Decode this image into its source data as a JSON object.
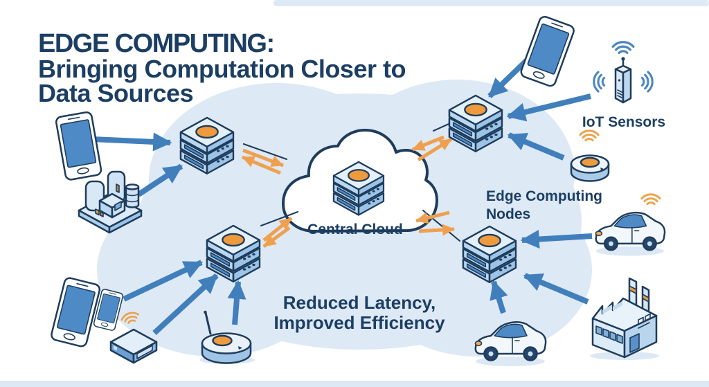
{
  "title": {
    "line1": "EDGE COMPUTING:",
    "line2": "Bringing Computation Closer to",
    "line3": "Data Sources"
  },
  "labels": {
    "central_cloud": "Central Cloud",
    "edge_nodes_line1": "Edge Computing",
    "edge_nodes_line2": "Nodes",
    "iot_sensors": "IoT Sensors",
    "benefit_line1": "Reduced Latency,",
    "benefit_line2": "Improved Efficiency"
  },
  "colors": {
    "text_navy": "#1c3e63",
    "outline_navy": "#1e3c5c",
    "arrow_blue": "#417fbc",
    "arrow_orange": "#efa04f",
    "disc_orange": "#f09a3e",
    "screen_blue": "#4e8bc6",
    "bg_blob": "#dde9f5",
    "cloud_fill": "#ffffff",
    "wifi_blue": "#4a86c0",
    "wifi_orange": "#eda14b"
  },
  "diagram": {
    "central_node": {
      "name": "Central Cloud",
      "icon": "cloud-server-icon"
    },
    "edge_nodes": [
      {
        "id": "edge-node-top-left",
        "icon": "server-stack-icon"
      },
      {
        "id": "edge-node-bottom-left",
        "icon": "server-stack-icon"
      },
      {
        "id": "edge-node-top-right",
        "icon": "server-stack-icon"
      },
      {
        "id": "edge-node-right",
        "icon": "server-stack-icon"
      }
    ],
    "devices": [
      {
        "name": "smartphone",
        "icon": "smartphone-icon",
        "position": "top-left",
        "connects_to": "edge-node-top-left"
      },
      {
        "name": "industrial-plant",
        "icon": "industrial-plant-icon",
        "position": "left",
        "connects_to": "edge-node-top-left"
      },
      {
        "name": "smartphone-pair",
        "icon": "smartphone-icon",
        "position": "bottom-left",
        "connects_to": "edge-node-bottom-left"
      },
      {
        "name": "iot-gateway-box",
        "icon": "gateway-box-icon",
        "position": "bottom-left",
        "connects_to": "edge-node-bottom-left"
      },
      {
        "name": "wireless-router",
        "icon": "router-icon",
        "position": "bottom",
        "connects_to": "edge-node-bottom-left"
      },
      {
        "name": "smartphone",
        "icon": "smartphone-icon",
        "position": "top-right",
        "connects_to": "edge-node-top-right"
      },
      {
        "name": "iot-sensor-stick",
        "icon": "iot-sensor-icon",
        "position": "top-right",
        "connects_to": "edge-node-top-right"
      },
      {
        "name": "iot-sensor-puck",
        "icon": "sensor-puck-icon",
        "position": "right",
        "connects_to": "edge-node-top-right"
      },
      {
        "name": "connected-car",
        "icon": "car-icon",
        "position": "right",
        "connects_to": "edge-node-right"
      },
      {
        "name": "connected-car",
        "icon": "car-icon",
        "position": "bottom",
        "connects_to": "edge-node-right"
      },
      {
        "name": "factory",
        "icon": "factory-icon",
        "position": "bottom-right",
        "connects_to": "edge-node-right"
      }
    ],
    "links": {
      "edge_to_cloud": "bidirectional-orange-arrows",
      "device_to_edge": "blue-arrows"
    }
  }
}
